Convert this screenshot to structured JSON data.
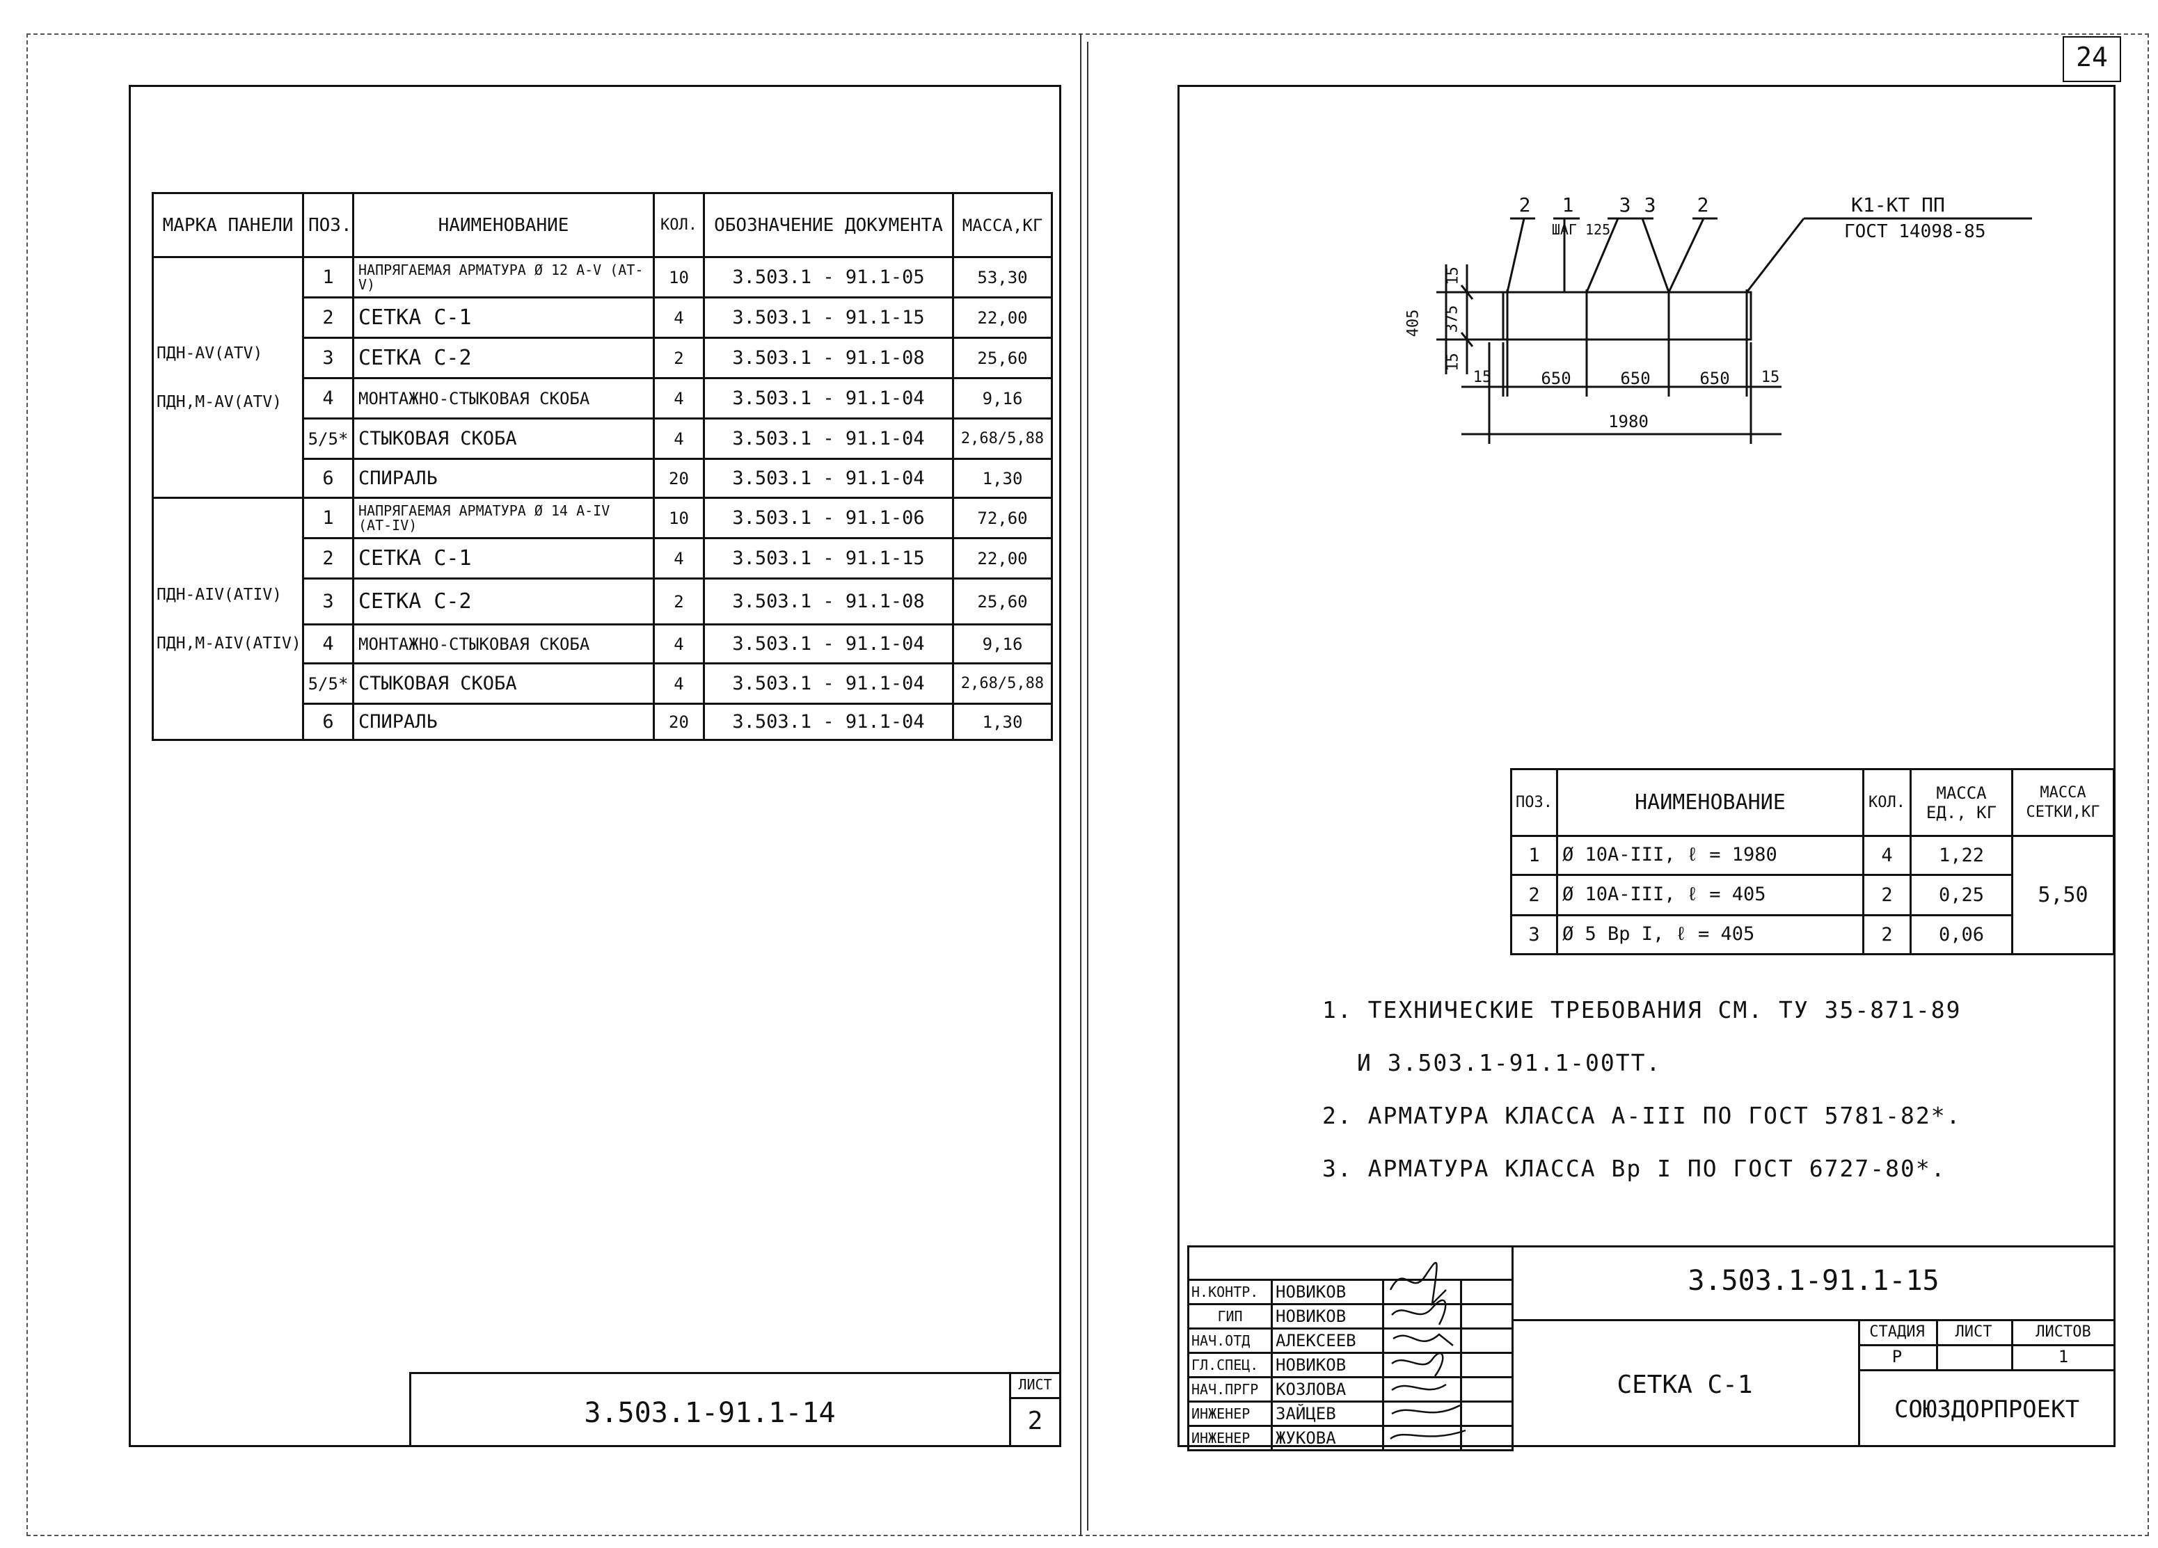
{
  "page_number": "24",
  "left_table": {
    "headers": {
      "mark": "МАРКА ПАНЕЛИ",
      "pos": "ПОЗ.",
      "name": "НАИМЕНОВАНИЕ",
      "qty": "КОЛ.",
      "doc": "ОБОЗНАЧЕНИЕ ДОКУМЕНТА",
      "mass": "МАССА,КГ"
    },
    "groups": [
      {
        "mark_line1": "ПДН-АV(АТV)",
        "mark_line2": "ПДН,М-АV(АТV)",
        "rows": [
          {
            "pos": "1",
            "name": "НАПРЯГАЕМАЯ АРМАТУРА Ø 12 А-V (АТ-V)",
            "qty": "10",
            "doc": "3.503.1 - 91.1-05",
            "mass": "53,30"
          },
          {
            "pos": "2",
            "name": "СЕТКА С-1",
            "qty": "4",
            "doc": "3.503.1 - 91.1-15",
            "mass": "22,00"
          },
          {
            "pos": "3",
            "name": "СЕТКА С-2",
            "qty": "2",
            "doc": "3.503.1 - 91.1-08",
            "mass": "25,60"
          },
          {
            "pos": "4",
            "name": "МОНТАЖНО-СТЫКОВАЯ СКОБА",
            "qty": "4",
            "doc": "3.503.1 - 91.1-04",
            "mass": "9,16"
          },
          {
            "pos": "5/5*",
            "name": "СТЫКОВАЯ СКОБА",
            "qty": "4",
            "doc": "3.503.1 - 91.1-04",
            "mass": "2,68/5,88"
          },
          {
            "pos": "6",
            "name": "СПИРАЛЬ",
            "qty": "20",
            "doc": "3.503.1 - 91.1-04",
            "mass": "1,30"
          }
        ]
      },
      {
        "mark_line1": "ПДН-АIV(АТIV)",
        "mark_line2": "ПДН,М-АIV(АТIV)",
        "rows": [
          {
            "pos": "1",
            "name": "НАПРЯГАЕМАЯ АРМАТУРА Ø 14 А-IV (АТ-IV)",
            "qty": "10",
            "doc": "3.503.1 - 91.1-06",
            "mass": "72,60"
          },
          {
            "pos": "2",
            "name": "СЕТКА С-1",
            "qty": "4",
            "doc": "3.503.1 - 91.1-15",
            "mass": "22,00"
          },
          {
            "pos": "3",
            "name": "СЕТКА С-2",
            "qty": "2",
            "doc": "3.503.1 - 91.1-08",
            "mass": "25,60"
          },
          {
            "pos": "4",
            "name": "МОНТАЖНО-СТЫКОВАЯ СКОБА",
            "qty": "4",
            "doc": "3.503.1 - 91.1-04",
            "mass": "9,16"
          },
          {
            "pos": "5/5*",
            "name": "СТЫКОВАЯ СКОБА",
            "qty": "4",
            "doc": "3.503.1 - 91.1-04",
            "mass": "2,68/5,88"
          },
          {
            "pos": "6",
            "name": "СПИРАЛЬ",
            "qty": "20",
            "doc": "3.503.1 - 91.1-04",
            "mass": "1,30"
          }
        ]
      }
    ]
  },
  "left_stamp": {
    "code": "3.503.1-91.1-14",
    "sheet_label": "ЛИСТ",
    "sheet": "2"
  },
  "drawing": {
    "callouts": [
      "2",
      "1",
      "3",
      "3",
      "2"
    ],
    "step_label": "ШАГ 125",
    "ref_line1": "К1-КТ ПП",
    "ref_line2": "ГОСТ 14098-85",
    "dims": {
      "overall_height": "405",
      "inner_height": "375",
      "edge_top": "15",
      "edge_bottom": "15",
      "edge_left": "15",
      "edge_right": "15",
      "span1": "650",
      "span2": "650",
      "span3": "650",
      "overall_length": "1980"
    }
  },
  "spec_table": {
    "headers": {
      "pos": "ПОЗ.",
      "name": "НАИМЕНОВАНИЕ",
      "qty": "КОЛ.",
      "mass_unit": "МАССА ЕД., КГ",
      "mass_total": "МАССА СЕТКИ,КГ"
    },
    "rows": [
      {
        "pos": "1",
        "name": "Ø 10А-III, ℓ = 1980",
        "qty": "4",
        "mass": "1,22"
      },
      {
        "pos": "2",
        "name": "Ø 10А-III, ℓ = 405",
        "qty": "2",
        "mass": "0,25"
      },
      {
        "pos": "3",
        "name": "Ø 5 Вр I, ℓ = 405",
        "qty": "2",
        "mass": "0,06"
      }
    ],
    "total": "5,50"
  },
  "notes": [
    "1. ТЕХНИЧЕСКИЕ ТРЕБОВАНИЯ СМ. ТУ 35-871-89",
    "И 3.503.1-91.1-00ТТ.",
    "2. АРМАТУРА КЛАССА А-III ПО ГОСТ 5781-82*.",
    "3. АРМАТУРА КЛАССА Вр I ПО ГОСТ 6727-80*."
  ],
  "title_block": {
    "signatures": [
      {
        "role": "Н.КОНТР.",
        "name": "НОВИКОВ"
      },
      {
        "role": "ГИП",
        "name": "НОВИКОВ"
      },
      {
        "role": "НАЧ.ОТД",
        "name": "АЛЕКСЕЕВ"
      },
      {
        "role": "ГЛ.СПЕЦ.",
        "name": "НОВИКОВ"
      },
      {
        "role": "НАЧ.ПРГР",
        "name": "КОЗЛОВА"
      },
      {
        "role": "ИНЖЕНЕР",
        "name": "ЗАЙЦЕВ"
      },
      {
        "role": "ИНЖЕНЕР",
        "name": "ЖУКОВА"
      }
    ],
    "code": "3.503.1-91.1-15",
    "title": "СЕТКА С-1",
    "stage_label": "СТАДИЯ",
    "sheet_label": "ЛИСТ",
    "sheets_label": "ЛИСТОВ",
    "stage": "Р",
    "sheet": "",
    "sheets": "1",
    "org": "СОЮЗДОРПРОЕКТ"
  }
}
